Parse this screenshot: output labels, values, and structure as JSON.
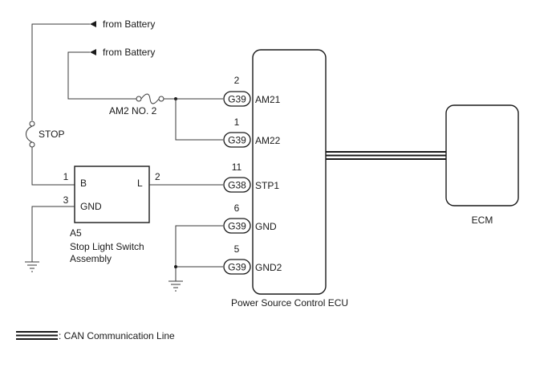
{
  "battery_feeds": [
    {
      "label": "from Battery"
    },
    {
      "label": "from Battery"
    }
  ],
  "fuse": {
    "label": "AM2 NO. 2"
  },
  "stop_switch": {
    "label": "STOP"
  },
  "power_source_ecu": {
    "label": "Power Source Control ECU",
    "pins": [
      {
        "number": "2",
        "connector": "G39",
        "name": "AM21"
      },
      {
        "number": "1",
        "connector": "G39",
        "name": "AM22"
      },
      {
        "number": "11",
        "connector": "G38",
        "name": "STP1"
      },
      {
        "number": "6",
        "connector": "G39",
        "name": "GND"
      },
      {
        "number": "5",
        "connector": "G39",
        "name": "GND2"
      }
    ]
  },
  "stop_light_switch": {
    "code": "A5",
    "name_line1": "Stop Light Switch",
    "name_line2": "Assembly",
    "terminal_b": "B",
    "terminal_l": "L",
    "terminal_gnd": "GND",
    "pin_b": "1",
    "pin_l": "2",
    "pin_gnd": "3"
  },
  "ecm": {
    "label": "ECM"
  },
  "legend": {
    "can_line": ": CAN Communication Line"
  }
}
